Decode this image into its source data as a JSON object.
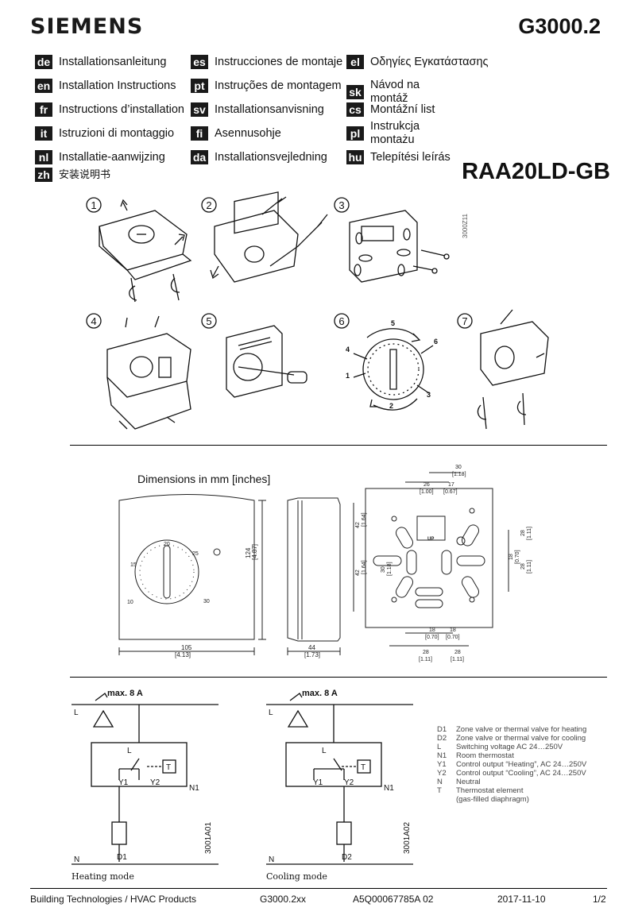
{
  "header": {
    "brand": "SIEMENS",
    "doc_number": "G3000.2",
    "model": "RAA20LD-GB"
  },
  "languages": [
    {
      "code": "de",
      "label": "Installationsanleitung"
    },
    {
      "code": "en",
      "label": "Installation Instructions"
    },
    {
      "code": "fr",
      "label": "Instructions d’installation"
    },
    {
      "code": "it",
      "label": "Istruzioni di montaggio"
    },
    {
      "code": "nl",
      "label": "Installatie-aanwijzing"
    },
    {
      "code": "zh",
      "label": "安装说明书"
    },
    {
      "code": "es",
      "label": "Instrucciones de montaje"
    },
    {
      "code": "pt",
      "label": "Instruções de montagem"
    },
    {
      "code": "sv",
      "label": "Installationsanvisning"
    },
    {
      "code": "fi",
      "label": "Asennusohje"
    },
    {
      "code": "da",
      "label": "Installationsvejledning"
    },
    {
      "code": "el",
      "label": "Οδηγίες Εγκατάστασης"
    },
    {
      "code": "sk",
      "label": "Návod na montáž"
    },
    {
      "code": "cs",
      "label": "Montážní list"
    },
    {
      "code": "pl",
      "label": "Instrukcja montażu"
    },
    {
      "code": "hu",
      "label": "Telepítési leírás"
    }
  ],
  "steps": {
    "numbers": [
      "1",
      "2",
      "3",
      "4",
      "5",
      "6",
      "7"
    ],
    "figure_id": "3000Z11",
    "dial_numbers": [
      "1",
      "2",
      "3",
      "4",
      "5",
      "6"
    ]
  },
  "dimensions": {
    "title": "Dimensions in mm [inches]",
    "width": "105",
    "width_in": "[4.13]",
    "height": "124",
    "height_in": "[4.87]",
    "depth": "44",
    "depth_in": "[1.73]",
    "dial_labels": [
      "20",
      "25",
      "30",
      "15",
      "10"
    ],
    "back": {
      "d30": "30",
      "d30_in": "[1.18]",
      "d26": "26",
      "d26_in": "[1.00]",
      "d17": "17",
      "d17_in": "[0.67]",
      "d42a": "42",
      "d42a_in": "[1.64]",
      "d42b": "42",
      "d42b_in": "[1.64]",
      "d30b": "30",
      "d30b_in": "[1.18]",
      "d28a": "28",
      "d28a_in": "[1.11]",
      "d18": "18",
      "d18_in": "[0.70]",
      "d28b": "28",
      "d28b_in": "[1.11]",
      "b18a": "18",
      "b18a_in": "[0.70]",
      "b18b": "18",
      "b18b_in": "[0.70]",
      "b28a": "28",
      "b28a_in": "[1.11]",
      "b28b": "28",
      "b28b_in": "[1.11]",
      "up": "UP"
    }
  },
  "wiring": {
    "max_current": "max. 8 A",
    "L": "L",
    "N": "N",
    "N1": "N1",
    "Y1": "Y1",
    "Y2": "Y2",
    "T": "T",
    "heating": {
      "device": "D1",
      "code": "3001A01",
      "caption": "Heating mode"
    },
    "cooling": {
      "device": "D2",
      "code": "3001A02",
      "caption": "Cooling mode"
    }
  },
  "legend": [
    {
      "k": "D1",
      "v": "Zone valve or thermal valve for heating"
    },
    {
      "k": "D2",
      "v": "Zone valve or thermal valve for cooling"
    },
    {
      "k": "L",
      "v": "Switching voltage AC 24…250V"
    },
    {
      "k": "N1",
      "v": "Room thermostat"
    },
    {
      "k": "Y1",
      "v": "Control output “Heating”, AC 24…250V"
    },
    {
      "k": "Y2",
      "v": "Control output “Cooling”, AC 24…250V"
    },
    {
      "k": "N",
      "v": "Neutral"
    },
    {
      "k": "T",
      "v": "Thermostat element"
    },
    {
      "k": "",
      "v": "(gas-filled diaphragm)"
    }
  ],
  "footer": {
    "company": "Building Technologies / HVAC Products",
    "doc": "G3000.2xx",
    "ref": "A5Q00067785A 02",
    "date": "2017-11-10",
    "page": "1/2"
  }
}
